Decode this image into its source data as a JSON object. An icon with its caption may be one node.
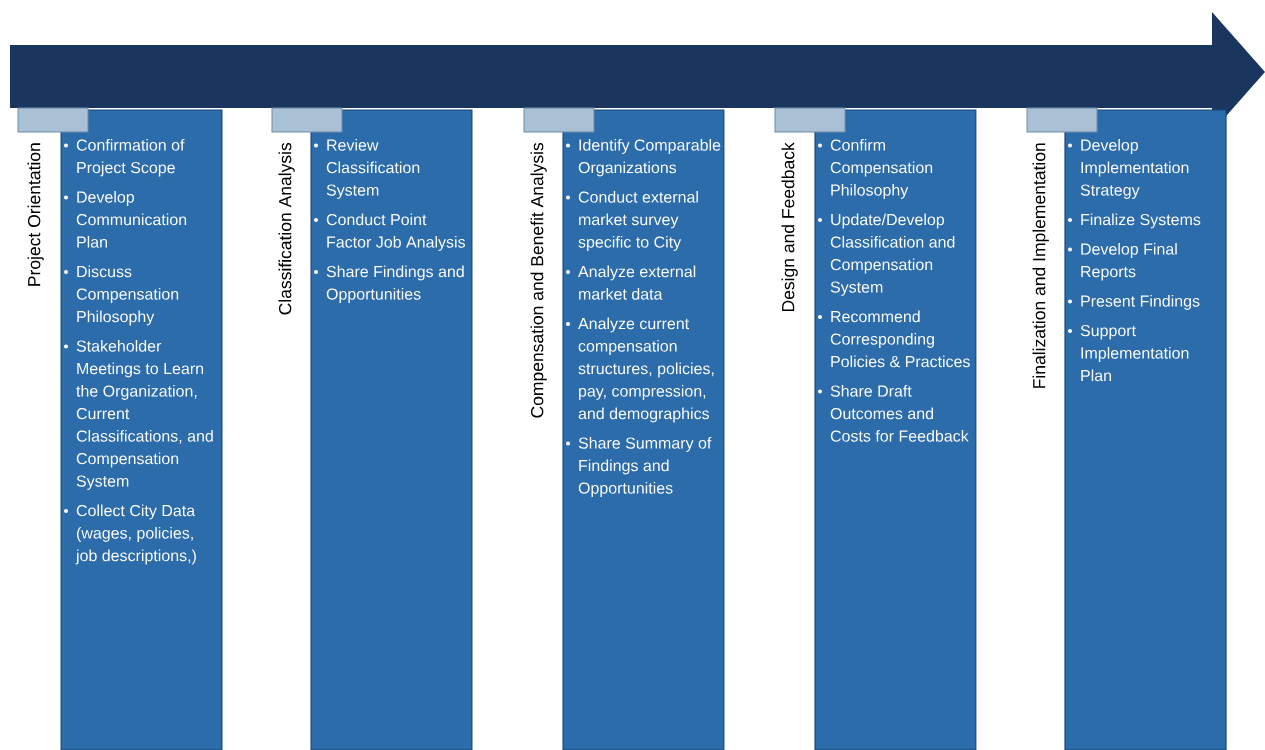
{
  "diagram": {
    "nodes": [
      {
        "text": [
          "Project Orientation",
          "Confirmation of Project Scope",
          "Develop Communication Plan",
          "Discuss Compensation Philosophy",
          "Stakeholder Meetings to Learn the Organization, Current Classifications, and Compensation System",
          "Collect City Data (wages, policies, job descriptions,)"
        ]
      },
      {
        "text": [
          "Classification Analysis",
          "Review Classification System",
          "Conduct Point Factor Job Analysis",
          "Share Findings and Opportunities"
        ]
      },
      {
        "text": [
          "Compensation and Benefit Analysis",
          "Identify Comparable Organizations",
          "Conduct external market survey specific to City",
          "Analyze external market data",
          "Analyze current compensation structures, policies, pay, compression, and demographics",
          "Share Summary of Findings and Opportunities"
        ]
      },
      {
        "text": [
          "Design and Feedback",
          "Confirm Compensation Philosophy",
          "Update/Develop Classification and Compensation System",
          "Recommend Corresponding Policies & Practices",
          "Share Draft Outcomes and Costs for Feedback"
        ]
      },
      {
        "text": [
          "Finalization and Implementation",
          "Develop Implementation Strategy",
          "Finalize Systems",
          "Develop Final Reports",
          "Present Findings",
          "Support Implementation Plan"
        ]
      }
    ]
  }
}
